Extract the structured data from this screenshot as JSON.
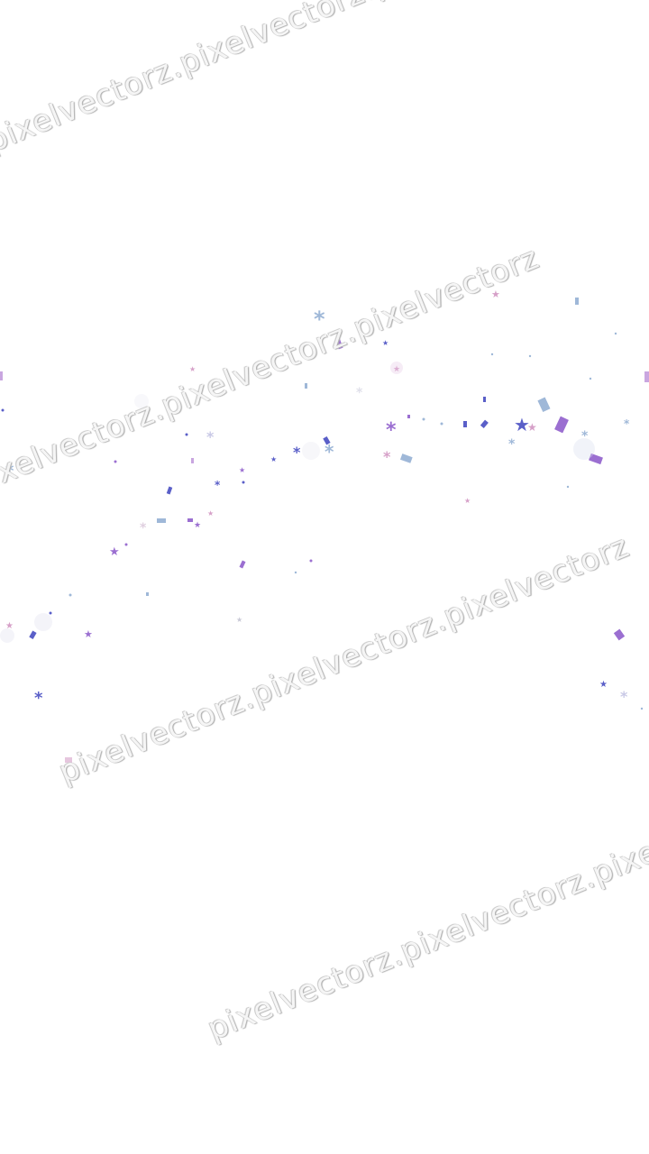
{
  "watermark": {
    "line_1": "pixelvectorz.pixelvectorz.pixelvectorz",
    "line_2": "pixelvectorz.pixelvectorz.pixelvectorz",
    "line_3": "pixelvectorz.pixelvectorz.pixelvectorz",
    "line_4": "pixelvectorz.pixelvectorz.pixelvectorz"
  },
  "colors": {
    "background": "#ffffff",
    "confetti_purple": "#9b6fd1",
    "confetti_indigo": "#5a5fc8",
    "confetti_lightblue": "#9fb8d8",
    "confetti_pink": "#d6a0c8",
    "confetti_lavender": "#c9a6e0"
  }
}
